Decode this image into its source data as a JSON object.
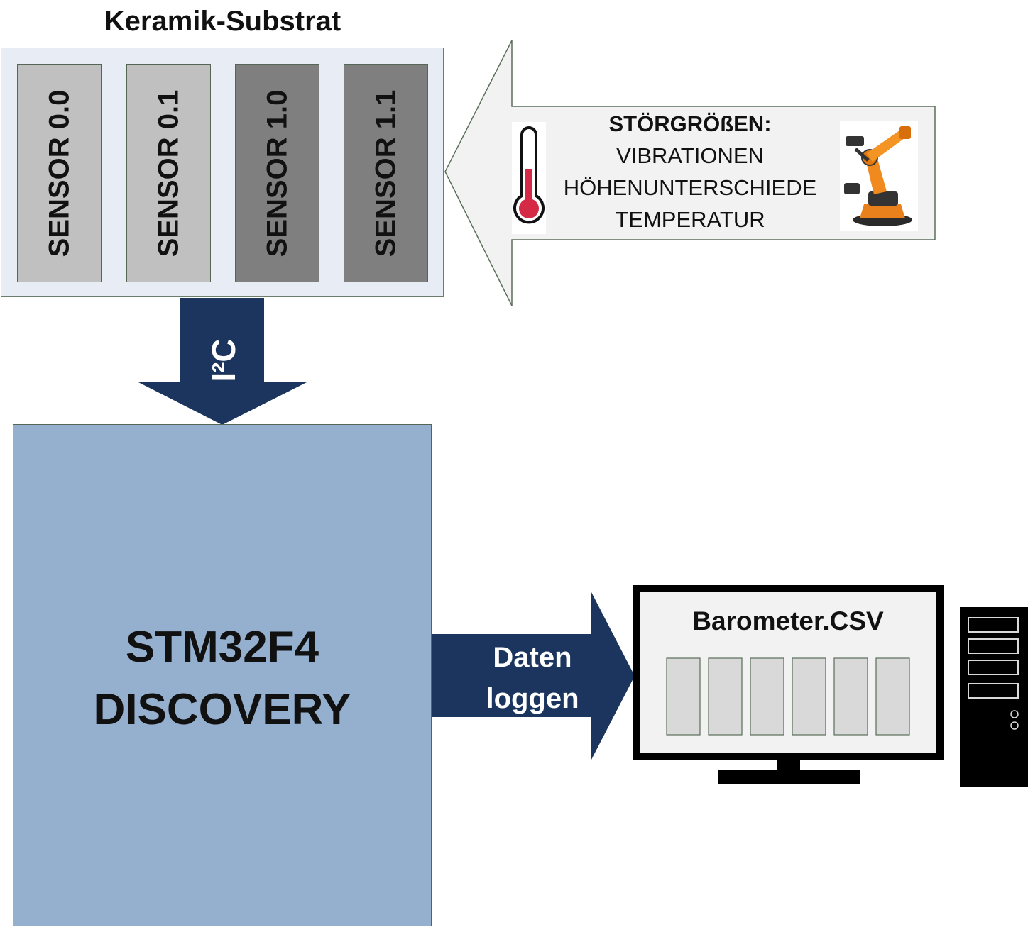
{
  "substrate": {
    "title": "Keramik-Substrat"
  },
  "sensors": [
    {
      "label": "SENSOR 0.0",
      "shade": "light"
    },
    {
      "label": "SENSOR 0.1",
      "shade": "light"
    },
    {
      "label": "SENSOR 1.0",
      "shade": "dark"
    },
    {
      "label": "SENSOR 1.1",
      "shade": "dark"
    }
  ],
  "disturbances": {
    "title": "STÖRGRÖßEN:",
    "items": [
      "VIBRATIONEN",
      "HÖHENUNTERSCHIEDE",
      "TEMPERATUR"
    ],
    "icons": [
      "thermometer-icon",
      "industrial-robot-icon"
    ]
  },
  "bus": {
    "label": "I²C"
  },
  "controller": {
    "line1": "STM32F4",
    "line2": "DISCOVERY"
  },
  "logging": {
    "line1": "Daten",
    "line2": "loggen"
  },
  "computer": {
    "file_name": "Barometer.CSV",
    "icons": [
      "monitor-icon",
      "pc-tower-icon"
    ]
  },
  "colors": {
    "navy_arrow": "#1c355e",
    "controller_fill": "#95afcf",
    "substrate_fill": "#e8ecf4",
    "sensor_light": "#c0c0c0",
    "sensor_dark": "#7f7f7f"
  }
}
